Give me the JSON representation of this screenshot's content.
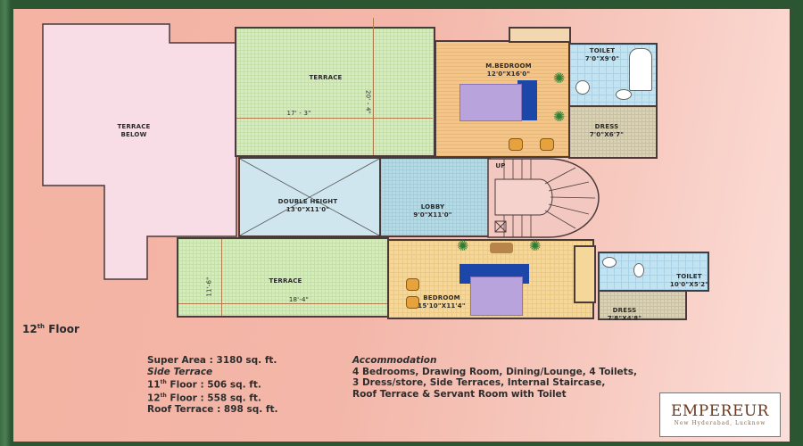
{
  "plan": {
    "floor_label": "12th Floor",
    "floor_number": "12",
    "floor_suffix": "th",
    "floor_word": "Floor",
    "rooms": {
      "terrace_below": {
        "name_line1": "TERRACE",
        "name_line2": "BELOW"
      },
      "terrace_top": {
        "name": "TERRACE",
        "dim_w": "17' - 3\"",
        "dim_h": "20' - 4\""
      },
      "master_bedroom": {
        "name": "M.BEDROOM",
        "dims": "12'0\"X16'0\""
      },
      "toilet_top": {
        "name": "TOILET",
        "dims": "7'0\"X9'0\""
      },
      "dress_top": {
        "name": "DRESS",
        "dims": "7'0\"X6'7\""
      },
      "double_height": {
        "name": "DOUBLE HEIGHT",
        "dims": "13'0\"X11'0\""
      },
      "lobby": {
        "name": "LOBBY",
        "dims": "9'0\"X11'0\""
      },
      "staircase": {
        "label": "UP"
      },
      "terrace_bottom": {
        "name": "TERRACE",
        "dim_w": "18'-4\"",
        "dim_h": "11'-6\""
      },
      "bedroom": {
        "name": "BEDROOM",
        "dims": "15'10\"X11'4\""
      },
      "toilet_bottom": {
        "name": "TOILET",
        "dims": "10'0\"X5'2\""
      },
      "dress_bottom": {
        "name": "DRESS",
        "dims": "7'8\"X4'8\""
      }
    }
  },
  "areas": {
    "super_area": "Super Area : 3180 sq. ft.",
    "side_terrace_heading": "Side Terrace",
    "floor11": "11th Floor : 506 sq. ft.",
    "floor11_num": "11",
    "floor11_sup": "th",
    "floor11_rest": " Floor : 506 sq. ft.",
    "floor12_num": "12",
    "floor12_sup": "th",
    "floor12_rest": " Floor : 558 sq. ft.",
    "roof_terrace": "Roof Terrace : 898 sq. ft."
  },
  "accommodation": {
    "heading": "Accommodation",
    "line1": "4 Bedrooms, Drawing Room, Dining/Lounge, 4 Toilets,",
    "line2": "3 Dress/store, Side Terraces, Internal Staircase,",
    "line3": "Roof Terrace & Servant Room with Toilet"
  },
  "logo": {
    "name": "EMPEREUR",
    "tagline": "New Hyderabad, Lucknow"
  },
  "colors": {
    "frame": "#2c5632",
    "background": "#f4b3a3",
    "terrace_green": "#d6ecc0",
    "lobby_blue": "#b7dbe6",
    "bedroom_wood": "#f2c58a",
    "terrace_below_pink": "#f8dde6"
  }
}
